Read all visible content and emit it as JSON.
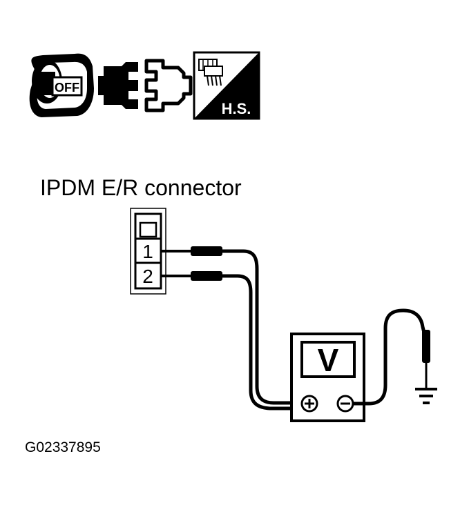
{
  "icons": {
    "ignition": {
      "name": "ignition-key-off-icon",
      "label": "OFF"
    },
    "disconnect": {
      "name": "connector-disconnected-icon"
    },
    "harness": {
      "name": "harness-side-icon",
      "label": "H.S."
    }
  },
  "connector": {
    "title": "IPDM E/R connector",
    "pins": [
      "1",
      "2"
    ]
  },
  "meter": {
    "display": "V",
    "positive_symbol": "+",
    "negative_symbol": "−"
  },
  "figure_id": "G02337895"
}
